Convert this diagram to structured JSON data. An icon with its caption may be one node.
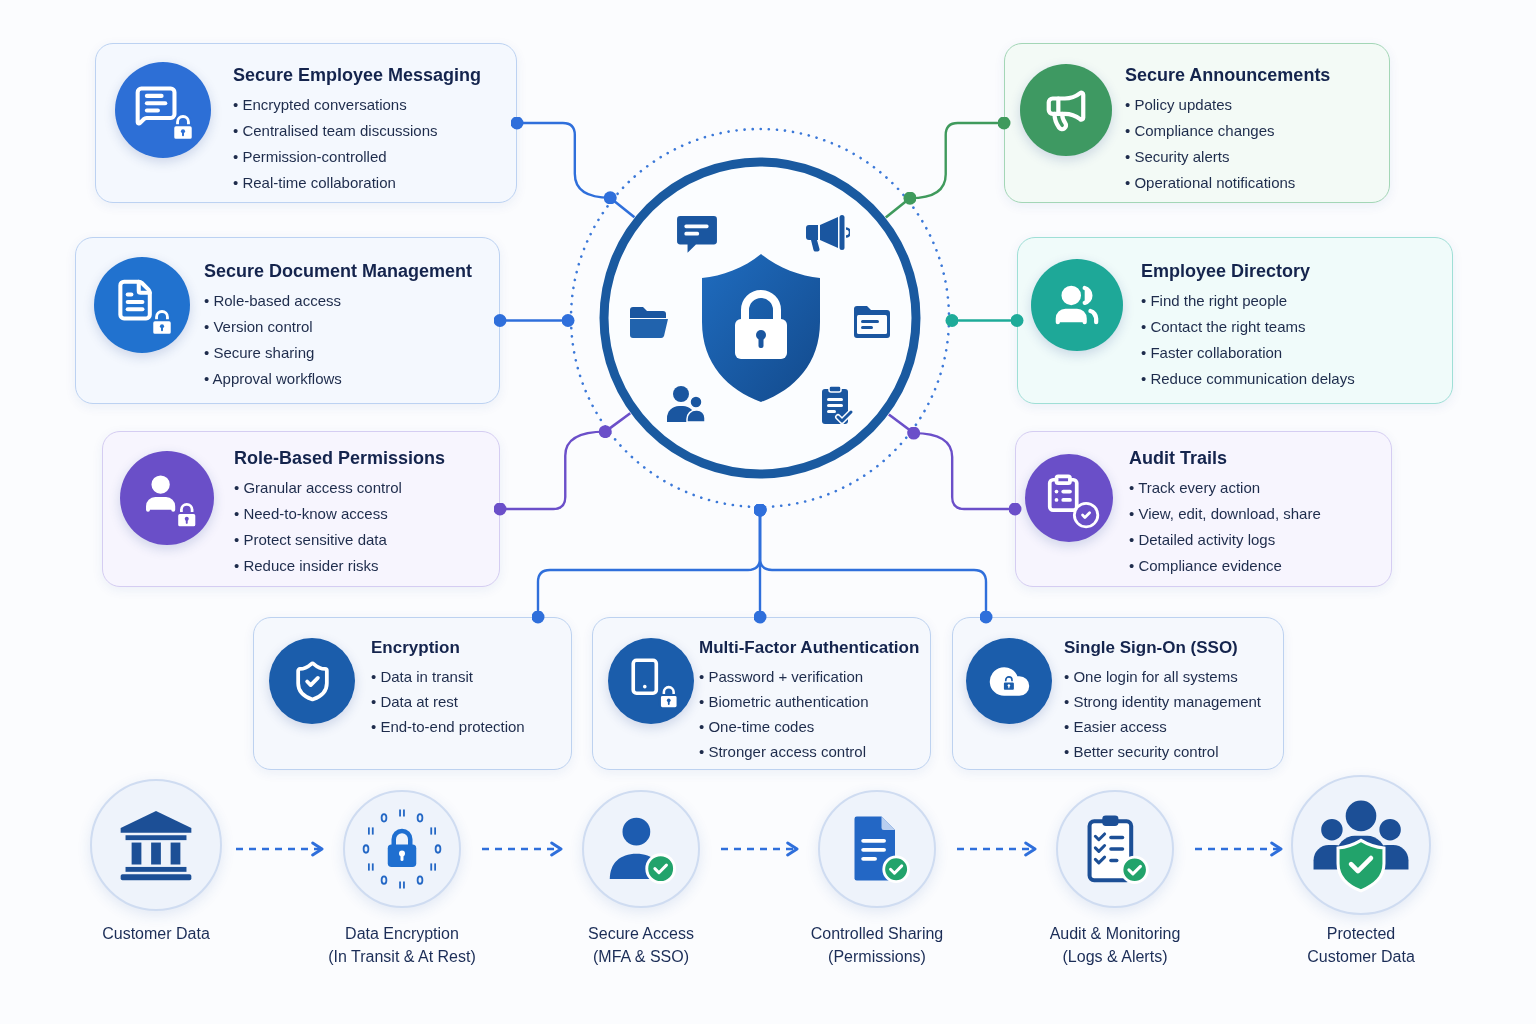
{
  "diagram": {
    "nodes": [
      {
        "text": [
          "Secure Employee Messaging",
          "• Encrypted conversations",
          "• Centralised team discussions",
          "• Permission-controlled",
          "• Real-time collaboration"
        ]
      },
      {
        "text": [
          "Secure Announcements",
          "• Policy updates",
          "• Compliance changes",
          "• Security alerts",
          "• Operational notifications"
        ]
      },
      {
        "text": [],
        "shape": "circle"
      },
      {
        "text": [
          "Secure Document Management",
          "• Role-based access",
          "• Version control",
          "• Secure sharing",
          "• Approval workflows"
        ]
      },
      {
        "text": [
          "Employee Directory",
          "• Find the right people",
          "• Contact the right teams",
          "• Faster collaboration",
          "• Reduce communication delays"
        ]
      },
      {
        "text": [
          "Role-Based Permissions",
          "• Granular access control",
          "• Need-to-know access",
          "• Protect sensitive data",
          "• Reduce insider risks"
        ]
      },
      {
        "text": [
          "Audit Trails",
          "• Track every action",
          "• View, edit, download, share",
          "• Detailed activity logs",
          "• Compliance evidence"
        ]
      },
      {
        "text": [
          "Encryption",
          "• Data in transit",
          "• Data at rest",
          "• End-to-end protection"
        ]
      },
      {
        "text": [
          "Multi-Factor Authentication",
          "• Password + verification",
          "• Biometric authentication",
          "• One-time codes",
          "• Stronger access control"
        ]
      },
      {
        "text": [
          "Single Sign-On (SSO)",
          "• One login for all systems",
          "• Strong identity management",
          "• Easier access",
          "• Better security control"
        ]
      },
      {
        "text": [
          "Customer Data"
        ]
      },
      {
        "text": [
          "Data Encryption",
          "(In Transit & At Rest)"
        ]
      },
      {
        "text": [
          "Secure Access",
          "(MFA & SSO)"
        ]
      },
      {
        "text": [
          "Controlled Sharing",
          "(Permissions)"
        ]
      },
      {
        "text": [
          "Audit & Monitoring",
          "(Logs & Alerts)"
        ]
      },
      {
        "text": [
          "Protected Customer Data"
        ]
      }
    ],
    "edges": [
      {
        "from": 2,
        "to": 0,
        "arrow": "other"
      },
      {
        "from": 2,
        "to": 1,
        "arrow": "other",
        "color": "#3f9a5c"
      },
      {
        "from": 2,
        "to": 3,
        "arrow": "other"
      },
      {
        "from": 2,
        "to": 4,
        "arrow": "other",
        "color": "#1eab99"
      },
      {
        "from": 2,
        "to": 5,
        "arrow": "other",
        "color": "#6b4fc9"
      },
      {
        "from": 2,
        "to": 6,
        "arrow": "other",
        "color": "#6b4fc9"
      },
      {
        "from": 2,
        "to": 7,
        "arrow": "other"
      },
      {
        "from": 2,
        "to": 8,
        "arrow": "other"
      },
      {
        "from": 2,
        "to": 9,
        "arrow": "other"
      },
      {
        "from": 10,
        "to": 11,
        "arrow": "to",
        "style": "dashed"
      },
      {
        "from": 11,
        "to": 12,
        "arrow": "to",
        "style": "dashed"
      },
      {
        "from": 12,
        "to": 13,
        "arrow": "to",
        "style": "dashed"
      },
      {
        "from": 13,
        "to": 14,
        "arrow": "to",
        "style": "dashed"
      },
      {
        "from": 14,
        "to": 15,
        "arrow": "to",
        "style": "dashed"
      }
    ]
  }
}
